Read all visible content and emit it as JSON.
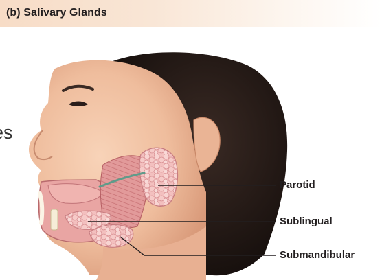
{
  "header": {
    "title": "(b) Salivary Glands"
  },
  "edge_text": "es",
  "labels": {
    "parotid": "Parotid",
    "sublingual": "Sublingual",
    "submandibular": "Submandibular"
  },
  "colors": {
    "header_bg": "#f7dcc6",
    "skin": "#f2c4a6",
    "hair": "#1b1412",
    "gland": "#f1b9b8",
    "muscle": "#d98a8c",
    "duct": "#5f9b8a"
  }
}
